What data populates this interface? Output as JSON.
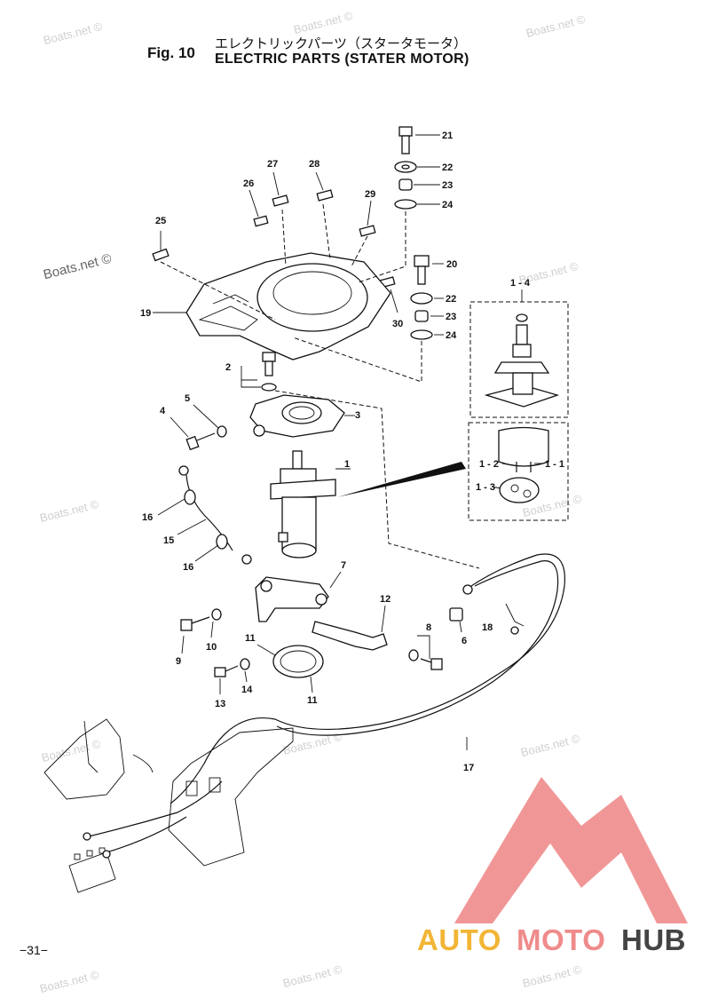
{
  "header": {
    "fig_num": "Fig. 10",
    "title_jp": "エレクトリックパーツ（スタータモータ）",
    "title_en": "ELECTRIC PARTS (STATER MOTOR)"
  },
  "page_number": "−31−",
  "watermark_text": "Boats.net ©",
  "callouts": {
    "c1": "1",
    "c1_2": "1 - 2",
    "c1_1": "1 - 1",
    "c1_3": "1 - 3",
    "c1_4": "1 - 4",
    "c2": "2",
    "c3": "3",
    "c4": "4",
    "c5": "5",
    "c6": "6",
    "c7": "7",
    "c8": "8",
    "c9": "9",
    "c10": "10",
    "c11a": "11",
    "c11b": "11",
    "c12": "12",
    "c13": "13",
    "c14": "14",
    "c15": "15",
    "c16a": "16",
    "c16b": "16",
    "c17": "17",
    "c18": "18",
    "c19": "19",
    "c20": "20",
    "c21": "21",
    "c22a": "22",
    "c22b": "22",
    "c23a": "23",
    "c23b": "23",
    "c24a": "24",
    "c24b": "24",
    "c25": "25",
    "c26": "26",
    "c27": "27",
    "c28": "28",
    "c29": "29",
    "c30": "30"
  },
  "logo": {
    "word1": "AUTO",
    "word2": "MOTO",
    "word3": "HUB",
    "colors": {
      "auto": "#f2b536",
      "moto": "#ef8b8b",
      "hub": "#444444",
      "triangle": "#ef8b8b"
    }
  }
}
